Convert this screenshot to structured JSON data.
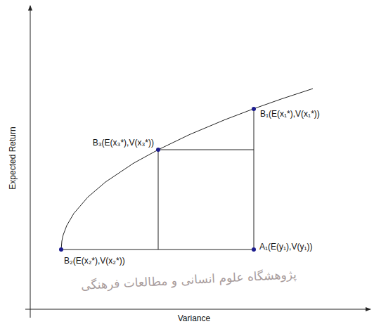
{
  "diagram": {
    "labels": [
      "Expected Return",
      "Variance",
      "B₁(E(x₁*),V(x₁*))",
      "B₃(E(x₃*),V(x₃*))",
      "B₂(E(x₂*),V(x₂*))",
      "A₁(E(y₁),V(y₁))",
      "پژوهشگاه علوم انسانی و مطالعات فرهنگی"
    ]
  }
}
